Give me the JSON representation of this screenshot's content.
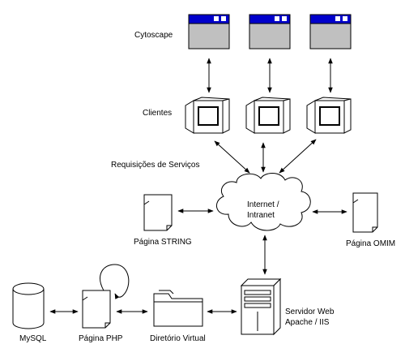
{
  "labels": {
    "cytoscape": "Cytoscape",
    "clientes": "Clientes",
    "requisicoes": "Requisições de Serviços",
    "internet_line1": "Internet /",
    "internet_line2": "Intranet",
    "pagina_string": "Página STRING",
    "pagina_omim": "Página OMIM",
    "servidor_line1": "Servidor Web",
    "servidor_line2": "Apache / IIS",
    "mysql": "MySQL",
    "pagina_php": "Página PHP",
    "diretorio_virtual": "Diretório Virtual"
  },
  "colors": {
    "window_titlebar": "#0000cc",
    "window_body": "#c0c0c0",
    "stroke": "#000000",
    "fill_white": "#ffffff"
  },
  "icons": {
    "cytoscape_windows": "application-window-icon",
    "clients": "computer-monitor-icon",
    "network": "cloud-icon",
    "pages": "document-icon",
    "server": "server-tower-icon",
    "database": "database-cylinder-icon",
    "folder": "folder-icon"
  }
}
